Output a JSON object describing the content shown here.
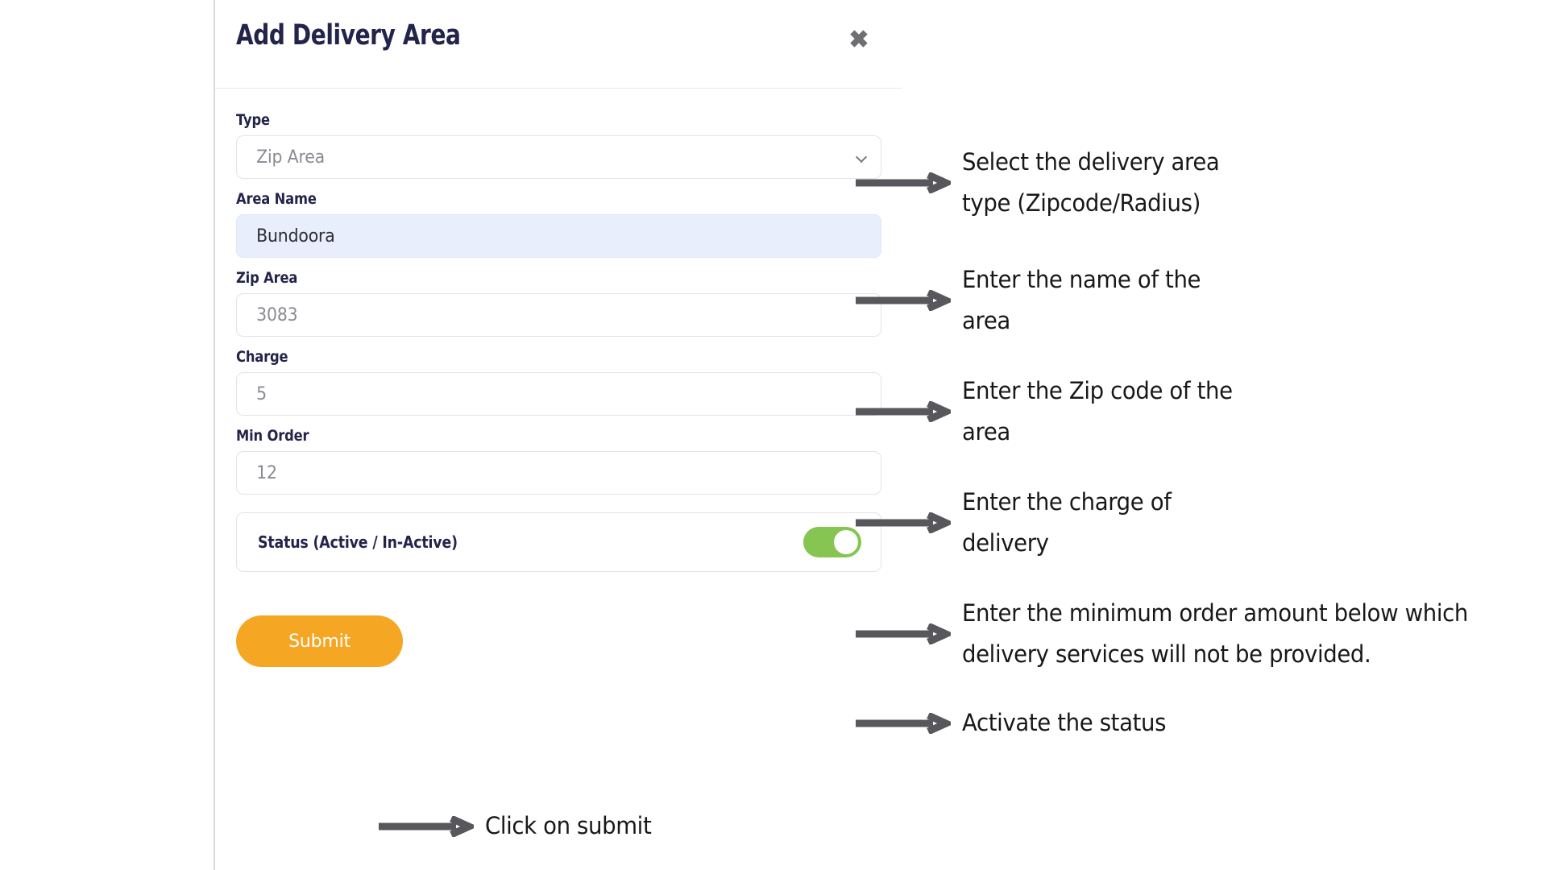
{
  "modal": {
    "title": "Add Delivery Area",
    "close_icon": "close-icon",
    "close_glyph": "✖"
  },
  "form": {
    "fields": [
      {
        "name": "type",
        "label": "Type",
        "control": "select",
        "value": "Zip Area",
        "placeholder": "Zip Area",
        "filled": false,
        "icon": "chevron-down-icon"
      },
      {
        "name": "area-name",
        "label": "Area Name",
        "control": "text",
        "value": "Bundoora",
        "placeholder": "Bundoora",
        "filled": true
      },
      {
        "name": "zip-area",
        "label": "Zip Area",
        "control": "text",
        "value": "3083",
        "placeholder": "3083",
        "filled": false
      },
      {
        "name": "charge",
        "label": "Charge",
        "control": "text",
        "value": "5",
        "placeholder": "5",
        "filled": false
      },
      {
        "name": "min-order",
        "label": "Min Order",
        "control": "text",
        "value": "12",
        "placeholder": "12",
        "filled": false
      }
    ],
    "status": {
      "label": "Status (Active / In-Active)",
      "toggle_on": true,
      "toggle_color": "#86c552"
    },
    "submit": {
      "label": "Submit",
      "color": "#f5a623"
    }
  },
  "annotations": [
    {
      "name": "annotation-type",
      "text": "Select the delivery area\ntype (Zipcode/Radius)"
    },
    {
      "name": "annotation-area-name",
      "text": "Enter the name of the\narea"
    },
    {
      "name": "annotation-zip-area",
      "text": "Enter the Zip code of the\narea"
    },
    {
      "name": "annotation-charge",
      "text": "Enter the charge of\ndelivery"
    },
    {
      "name": "annotation-min-order",
      "text": "Enter the minimum order amount below which\ndelivery services will not be provided."
    },
    {
      "name": "annotation-status",
      "text": "Activate the status"
    },
    {
      "name": "annotation-submit",
      "text": "Click on submit"
    }
  ],
  "colors": {
    "title": "#23244a",
    "accent_orange": "#f5a623",
    "toggle_green": "#86c552",
    "autofill_blue": "#e8eefc",
    "arrow_gray": "#58585c"
  }
}
